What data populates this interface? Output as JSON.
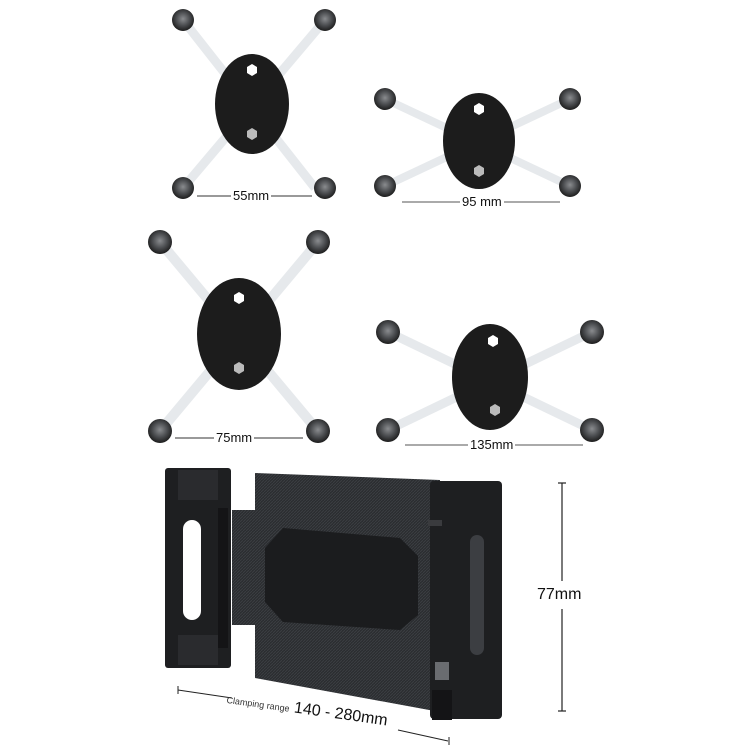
{
  "mounts": [
    {
      "label": "55mm",
      "size": "small"
    },
    {
      "label": "95 mm",
      "size": "wide-small"
    },
    {
      "label": "75mm",
      "size": "medium"
    },
    {
      "label": "135mm",
      "size": "wide-large"
    }
  ],
  "holder": {
    "height_label": "77mm",
    "clamp_prefix": "Clamping range",
    "clamp_value": "140 - 280mm"
  },
  "colors": {
    "plate": "#1c1c1c",
    "arm": "#e6e9ec",
    "cup": "#2a2a2a",
    "cup_inner": "#6d6f72",
    "body": "#1e1f21"
  }
}
